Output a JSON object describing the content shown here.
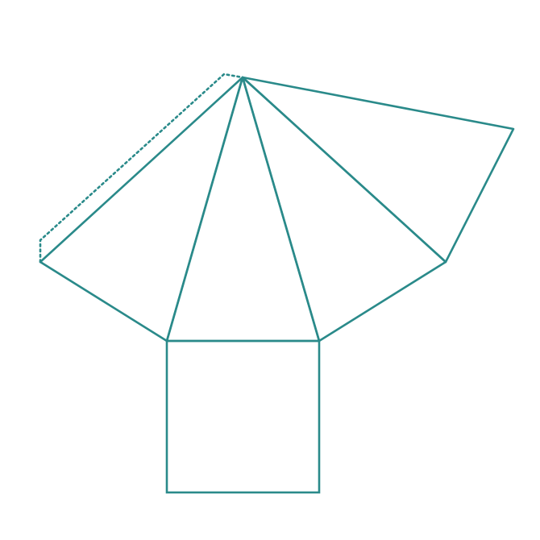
{
  "diagram": {
    "type": "pyramid-net",
    "stroke_color": "#2a8a8a",
    "background_color": "#ffffff",
    "base_shape": "square",
    "lateral_faces": 4,
    "has_dotted_fold_line": true
  }
}
